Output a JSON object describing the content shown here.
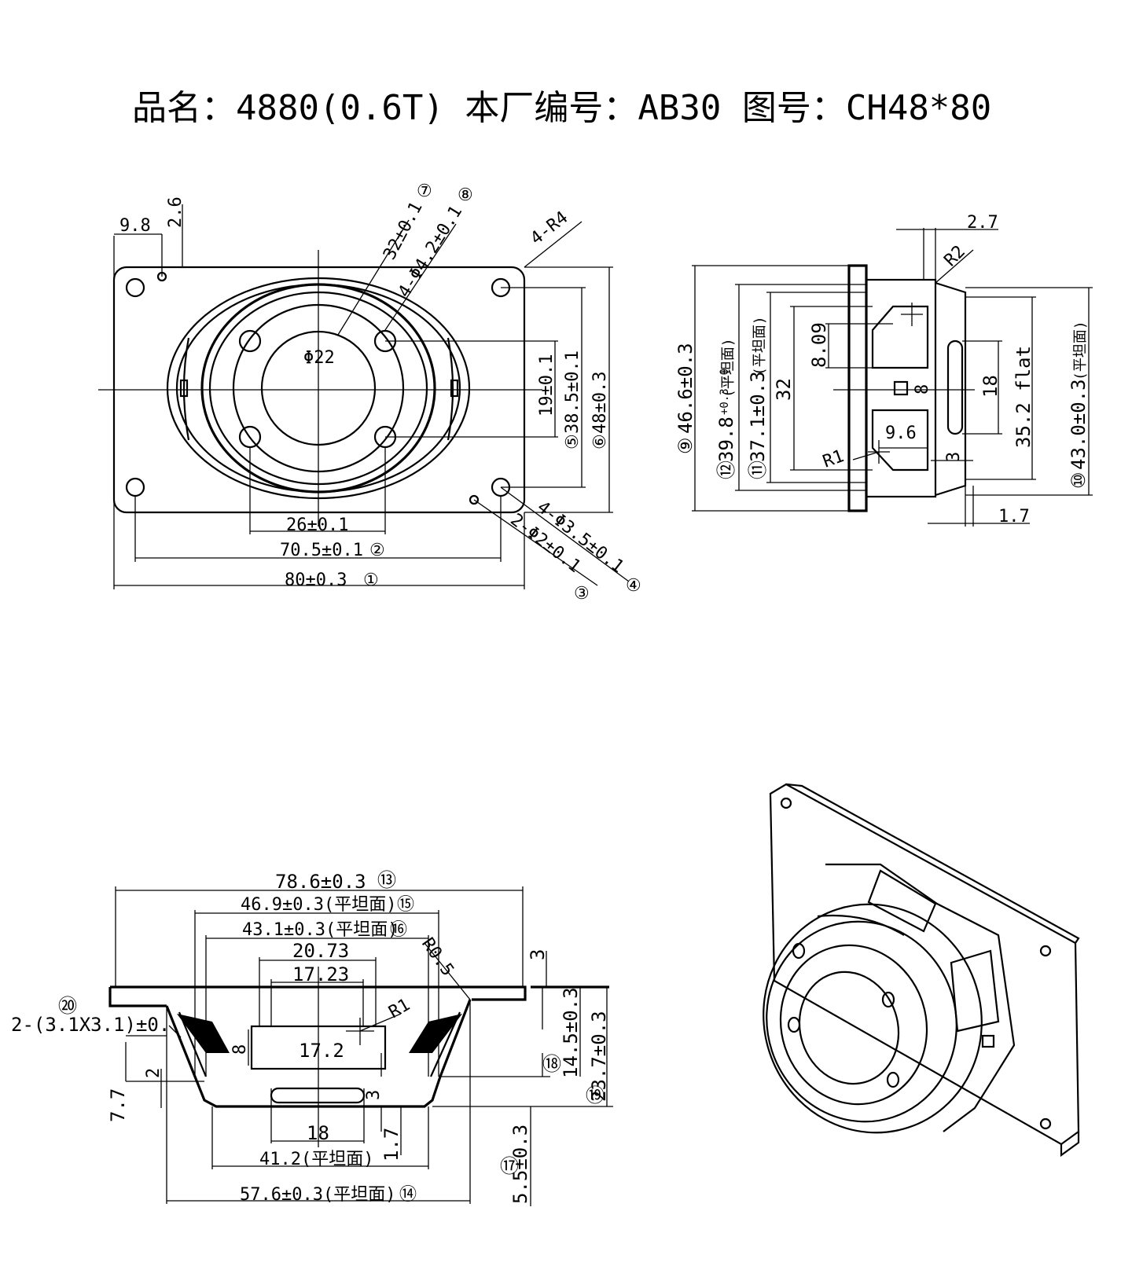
{
  "title": "品名：4880(0.6T)   本厂编号：AB30   图号：CH48*80",
  "front_view": {
    "dim_left_offset": "9.8",
    "dim_top_offset": "2.6",
    "dim_corner_radius": "4-R4",
    "dim_magnet_dia": "Φ22",
    "dim_inner_ring": "32±0.1",
    "dim_small_holes": "4-Φ4.2±0.1",
    "dim_hole_spacing_v": "19±0.1",
    "dim_hole_pitch_v": "38.5±0.1",
    "dim_height": "48±0.3",
    "dim_hole_spacing_h": "26±0.1",
    "dim_hole_pitch_h": "70.5±0.1",
    "dim_width": "80±0.3",
    "dim_corner_holes": "4-Φ3.5±0.1",
    "dim_pin_holes": "2-Φ2±0.1",
    "circled_1": "①",
    "circled_2": "②",
    "circled_3": "③",
    "circled_4": "④",
    "circled_5": "⑤",
    "circled_6": "⑥",
    "circled_7": "⑦",
    "circled_8": "⑧"
  },
  "side_view": {
    "dim_top_step": "2.7",
    "dim_radius_2": "R2",
    "dim_overall_h": "46.6±0.3",
    "dim_flat_1": "39.8",
    "dim_flat_1_tol": "+0.3\n-0",
    "dim_flat_2": "37.1±0.3",
    "dim_inner_32": "32",
    "dim_809": "8.09",
    "dim_18": "18",
    "dim_flat_352": "35.2 flat",
    "dim_flat_43": "43.0±0.3",
    "dim_96": "9.6",
    "dim_r1": "R1",
    "dim_3": "3",
    "dim_17": "1.7",
    "dim_8": "8",
    "flat_label": "(平坦面)",
    "circled_9": "⑨",
    "circled_10": "⑩",
    "circled_11": "⑪",
    "circled_12": "⑫"
  },
  "bottom_view": {
    "dim_786": "78.6±0.3",
    "dim_469": "46.9±0.3(平坦面)",
    "dim_431": "43.1±0.3(平坦面)",
    "dim_2073": "20.73",
    "dim_1723": "17.23",
    "dim_172": "17.2",
    "dim_r05": "R0.5",
    "dim_r1": "R1",
    "dim_3_top": "3",
    "dim_2_slots": "2-(3.1X3.1)±0.",
    "dim_8": "8",
    "dim_2": "2",
    "dim_77": "7.7",
    "dim_145": "14.5±0.3",
    "dim_237": "23.7±0.3",
    "dim_3_bottom": "3",
    "dim_18": "18",
    "dim_17": "1.7",
    "dim_412": "41.2(平坦面)",
    "dim_576": "57.6±0.3(平坦面)",
    "dim_55": "5.5±0.3",
    "circled_13": "⑬",
    "circled_14": "⑭",
    "circled_15": "⑮",
    "circled_16": "⑯",
    "circled_17": "⑰",
    "circled_18": "⑱",
    "circled_19": "⑲",
    "circled_20": "⑳"
  }
}
